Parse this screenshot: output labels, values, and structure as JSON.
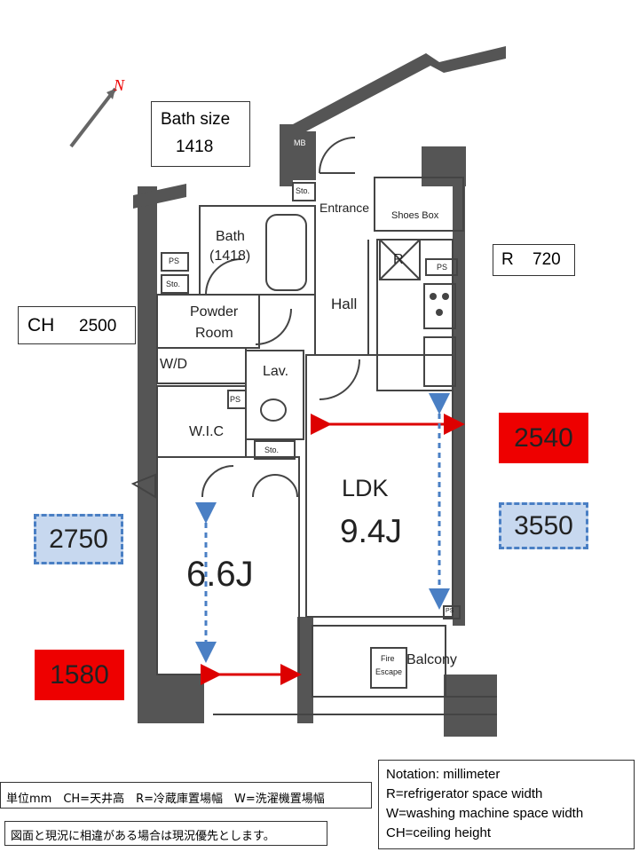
{
  "info_boxes": {
    "bath_size_label": "Bath size",
    "bath_size_value": "1418",
    "refrigerator_label": "R",
    "refrigerator_value": "720",
    "ceiling_label": "CH",
    "ceiling_value": "2500"
  },
  "rooms": {
    "bath": "Bath",
    "bath_size": "(1418)",
    "powder_room_line1": "Powder",
    "powder_room_line2": "Room",
    "wd": "W/D",
    "lav": "Lav.",
    "wic": "W.I.C",
    "hall": "Hall",
    "entrance": "Entrance",
    "shoes_box": "Shoes Box",
    "refrigerator": "R",
    "mb": "MB",
    "sto_top": "Sto.",
    "sto_left": "Sto.",
    "sto_mid": "Sto.",
    "ps_left": "PS",
    "ps_right": "PS",
    "ps_mid": "PS",
    "ps_bottom": "PS",
    "ldk_name": "LDK",
    "ldk_size": "9.4J",
    "bedroom_size": "6.6J",
    "balcony": "Balcony",
    "fire_escape_line1": "Fire",
    "fire_escape_line2": "Escape"
  },
  "dimensions": {
    "ldk_width": "2540",
    "ldk_depth": "3550",
    "bedroom_depth": "2750",
    "bedroom_width": "1580"
  },
  "footer": {
    "units_note": "単位mm　CH=天井高　R=冷蔵庫置場幅　W=洗濯機置場幅",
    "discrepancy_note": "図面と現況に相違がある場合は現況優先とします。",
    "notation_line1": "Notation: millimeter",
    "notation_line2": "R=refrigerator space width",
    "notation_line3": "W=washing machine space width",
    "notation_line4": "CH=ceiling height"
  },
  "colors": {
    "wall": "#555555",
    "red_tag": "#ee0000",
    "blue_tag_fill": "#c7d8ef",
    "blue_tag_border": "#4a7fc4",
    "red_arrow": "#dd0000",
    "blue_arrow": "#4a7fc4"
  }
}
